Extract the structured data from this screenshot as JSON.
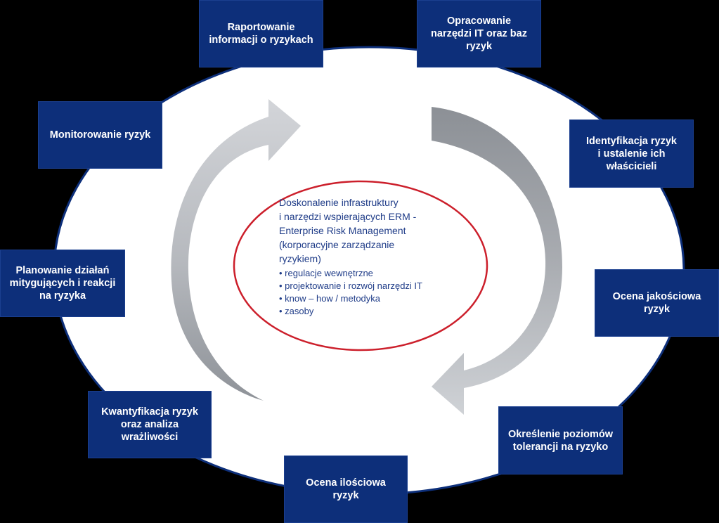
{
  "steps": [
    {
      "id": "raportowanie",
      "label": "Raportowanie\ninformacji o ryzykach"
    },
    {
      "id": "opracowanie",
      "label": "Opracowanie\nnarzędzi IT oraz baz\nryzyk"
    },
    {
      "id": "identyfikacja",
      "label": "Identyfikacja ryzyk\ni ustalenie ich\nwłaścicieli"
    },
    {
      "id": "ocena-jakosciowa",
      "label": "Ocena jakościowa\nryzyk"
    },
    {
      "id": "okreslenie",
      "label": "Określenie poziomów\ntolerancji na ryzyko"
    },
    {
      "id": "ocena-ilosciowa",
      "label": "Ocena ilościowa\nryzyk"
    },
    {
      "id": "kwantyfikacja",
      "label": "Kwantyfikacja ryzyk\noraz analiza\nwrażliwości"
    },
    {
      "id": "planowanie",
      "label": "Planowanie działań\nmitygujących i reakcji\nna ryzyka"
    },
    {
      "id": "monitorowanie",
      "label": "Monitorowanie ryzyk"
    }
  ],
  "center": {
    "title": "Doskonalenie infrastruktury\ni narzędzi wspierających ERM  -\nEnterprise Risk Management\n(korporacyjne zarządzanie\nryzykiem)",
    "bullets": [
      "regulacje wewnętrzne",
      "projektowanie i rozwój narzędzi IT",
      "know – how / metodyka",
      "zasoby"
    ]
  },
  "colors": {
    "background": "#000000",
    "outer_ellipse_fill": "#ffffff",
    "outer_ellipse_stroke": "#0d2f7a",
    "box_fill": "#0d2f7a",
    "center_ellipse_stroke": "#cc1f2b",
    "center_text": "#1f3c88",
    "arrow_light": "#c4c7cc",
    "arrow_dark": "#8f9399"
  }
}
